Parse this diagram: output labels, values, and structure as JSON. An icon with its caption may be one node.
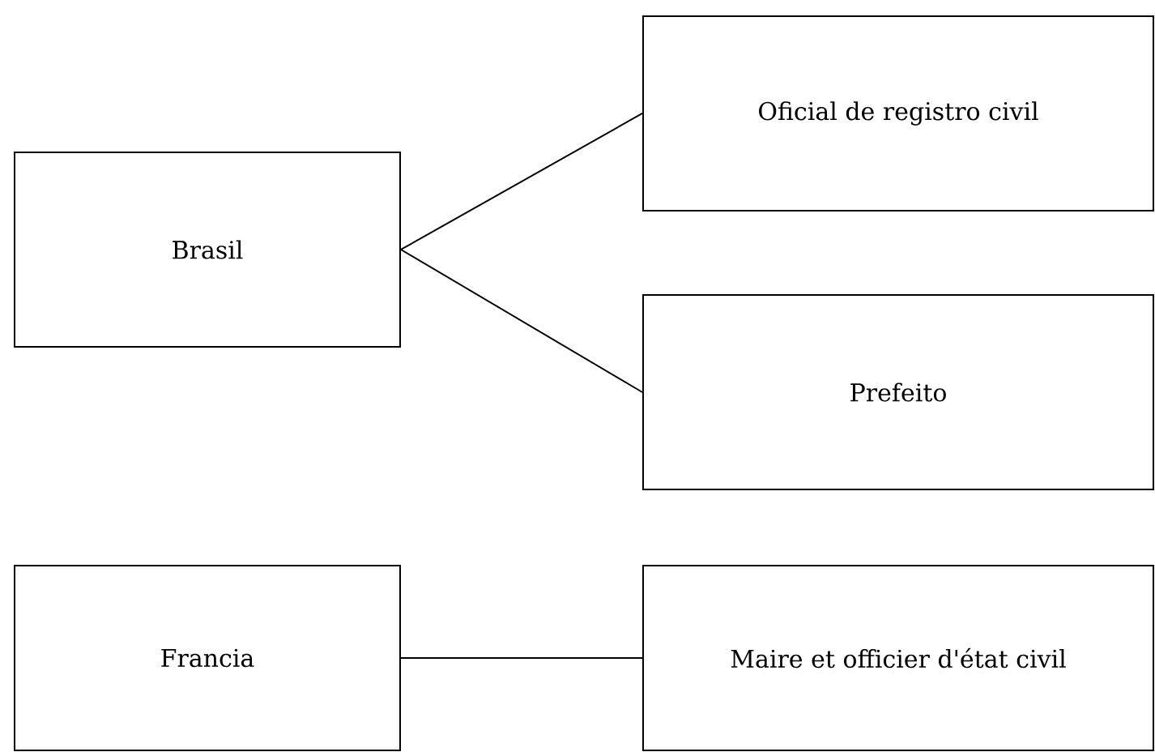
{
  "diagram": {
    "nodes": [
      {
        "text": [
          "Brasil"
        ]
      },
      {
        "text": [
          "Oficial de registro civil"
        ]
      },
      {
        "text": [
          "Prefeito"
        ]
      },
      {
        "text": [
          "Francia"
        ]
      },
      {
        "text": [
          "Maire et officier d'état civil"
        ]
      }
    ],
    "edges": [
      {
        "from": 0,
        "to": 1,
        "arrow": "none"
      },
      {
        "from": 0,
        "to": 2,
        "arrow": "none"
      },
      {
        "from": 3,
        "to": 4,
        "arrow": "none"
      }
    ]
  }
}
